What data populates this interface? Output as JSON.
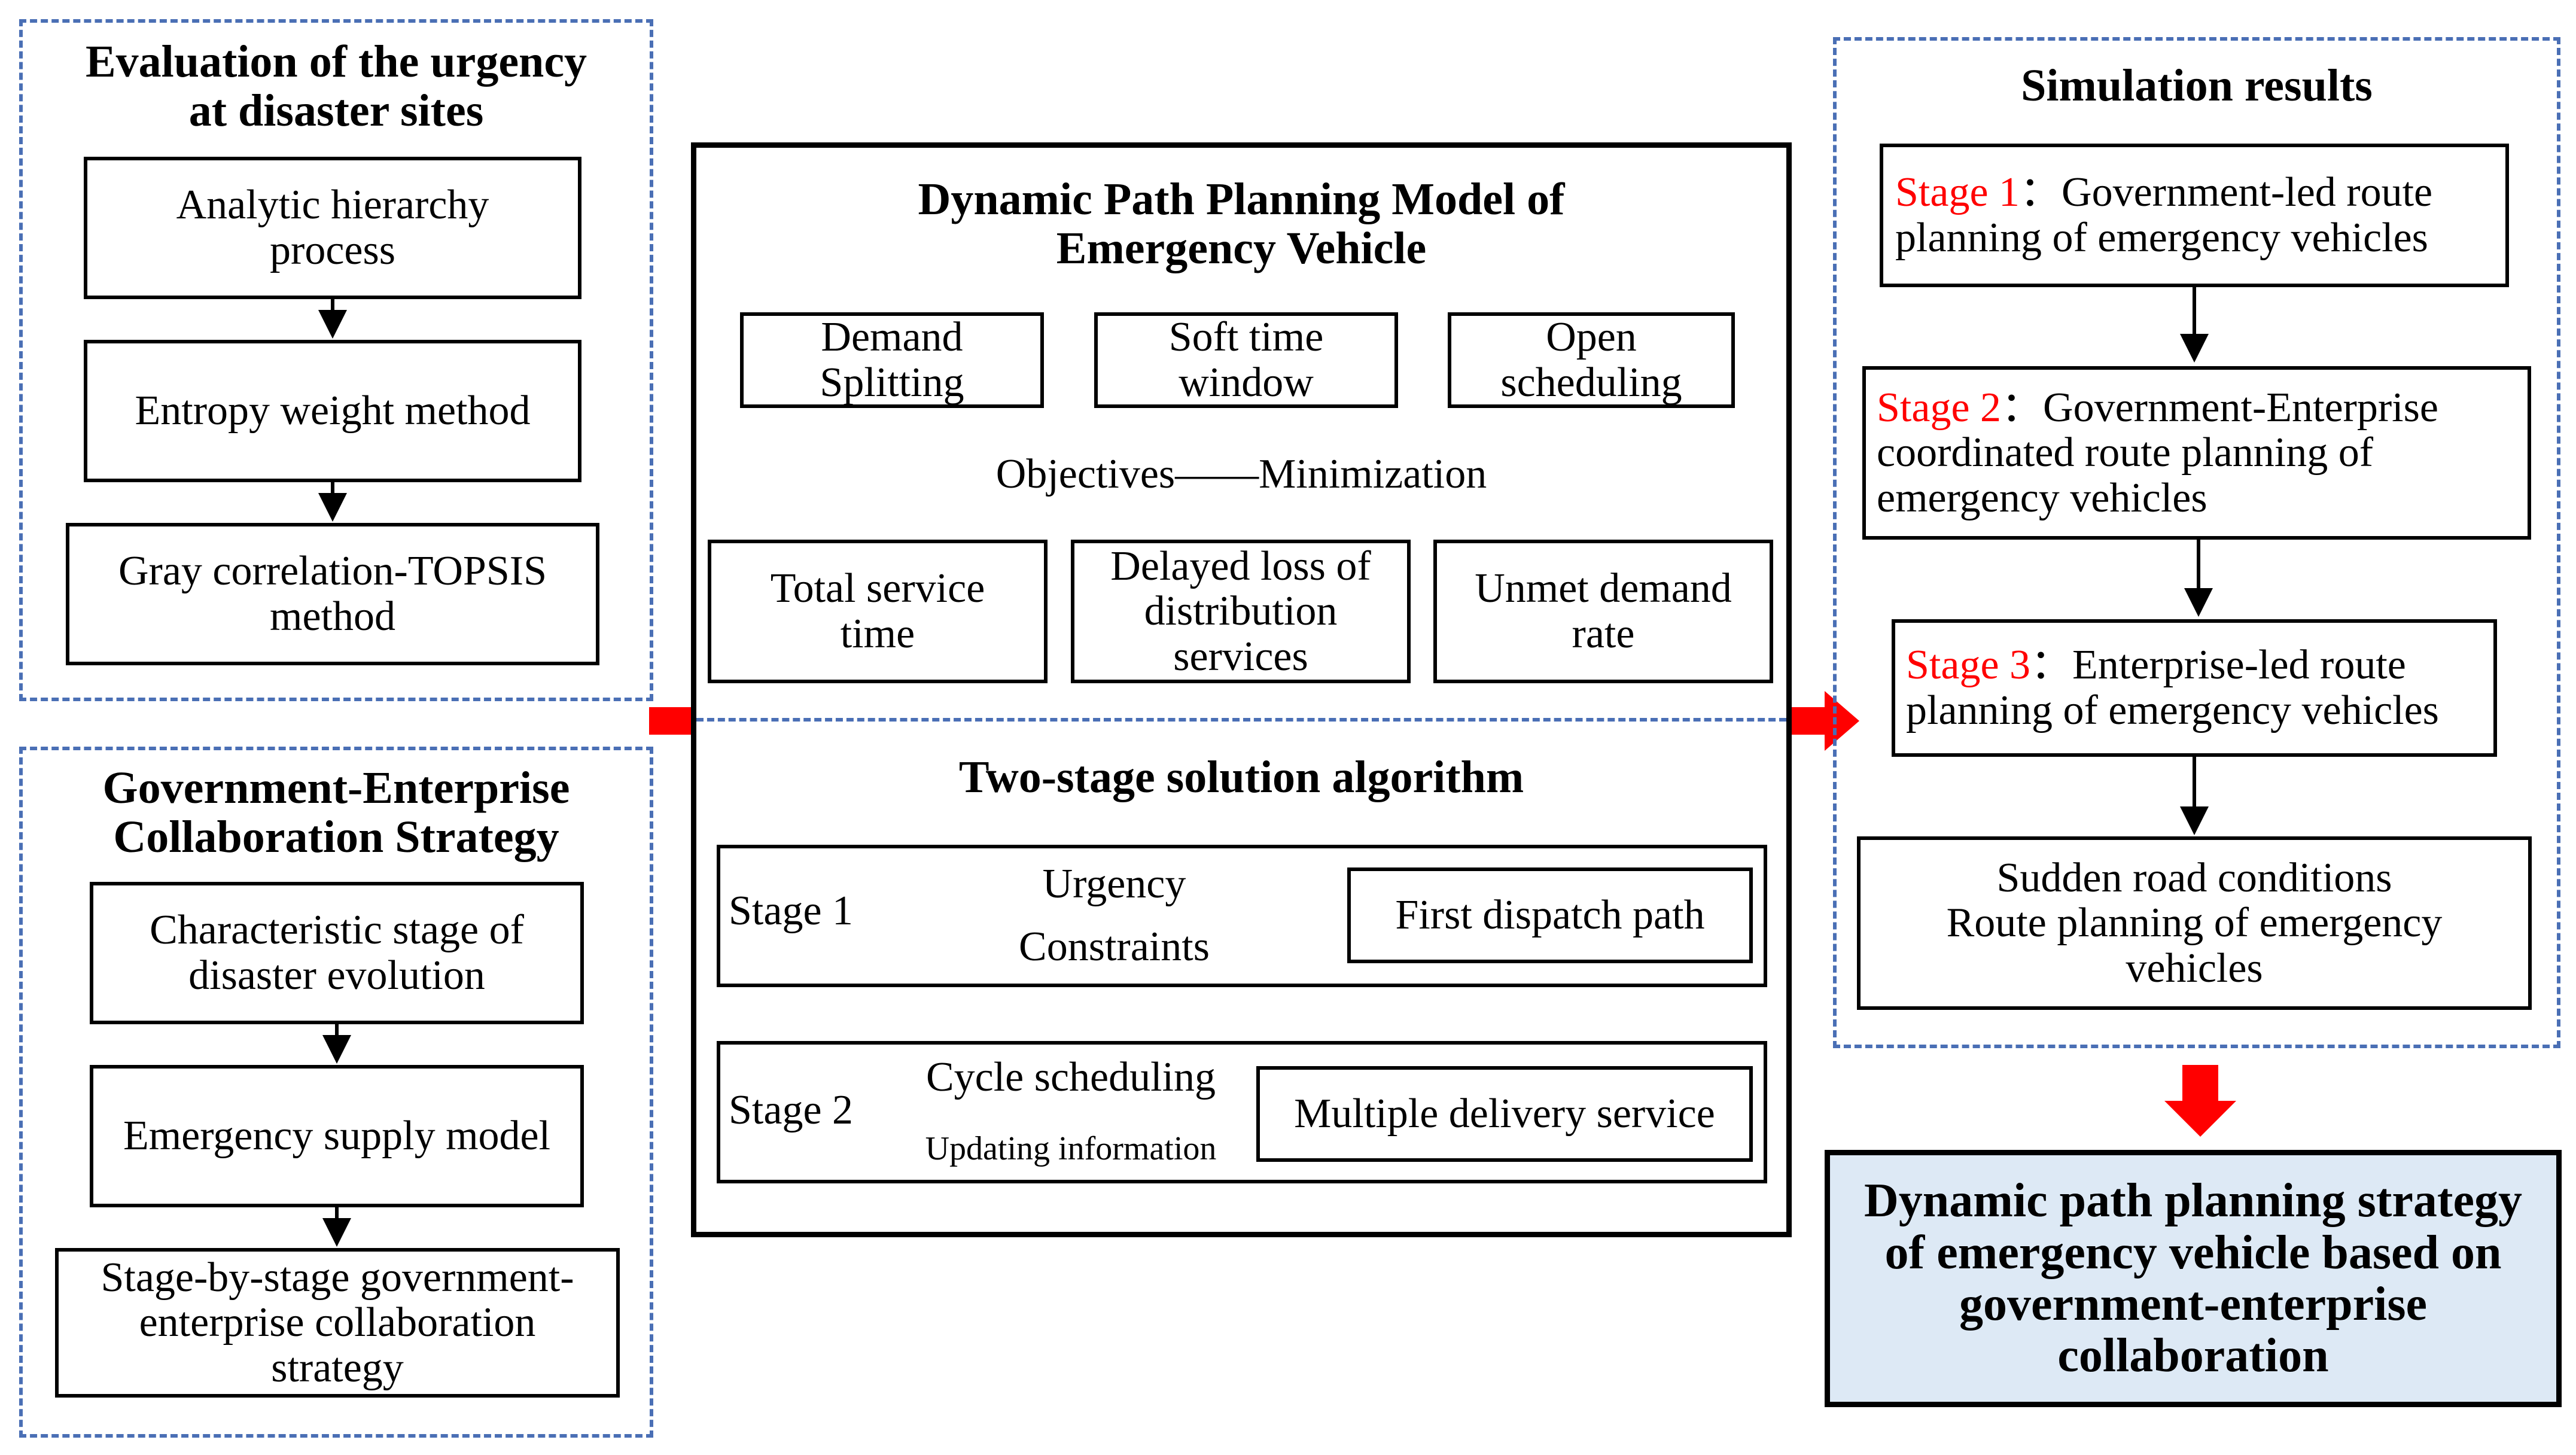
{
  "colors": {
    "dashed_border": "#4a6fb5",
    "arrow_red": "#ff0000",
    "stage_label": "#ff0000",
    "final_box_fill": "#dde9f5"
  },
  "urgency": {
    "title_line1": "Evaluation of the urgency",
    "title_line2": "at disaster sites",
    "methods": [
      {
        "line1": "Analytic hierarchy",
        "line2": "process"
      },
      {
        "line1": "Entropy weight method",
        "line2": ""
      },
      {
        "line1": "Gray correlation-TOPSIS",
        "line2": "method"
      }
    ]
  },
  "collab": {
    "title_line1": "Government-Enterprise",
    "title_line2": "Collaboration Strategy",
    "items": [
      {
        "line1": "Characteristic stage of",
        "line2": "disaster evolution",
        "line3": ""
      },
      {
        "line1": "Emergency supply model",
        "line2": "",
        "line3": ""
      },
      {
        "line1": "Stage-by-stage government-",
        "line2": "enterprise collaboration",
        "line3": "strategy"
      }
    ]
  },
  "model": {
    "title_line1": "Dynamic Path Planning Model of",
    "title_line2": "Emergency Vehicle",
    "constraints": [
      {
        "line1": "Demand",
        "line2": "Splitting",
        "line3": ""
      },
      {
        "line1": "Soft time",
        "line2": "window",
        "line3": ""
      },
      {
        "line1": "Open",
        "line2": "scheduling",
        "line3": ""
      }
    ],
    "objectives_label": "Objectives——Minimization",
    "objectives": [
      {
        "line1": "Total service",
        "line2": "time",
        "line3": ""
      },
      {
        "line1": "Delayed loss of",
        "line2": "distribution",
        "line3": "services"
      },
      {
        "line1": "Unmet demand",
        "line2": "rate",
        "line3": ""
      }
    ],
    "algorithm_title": "Two-stage solution algorithm",
    "stage1": {
      "label": "Stage 1",
      "above": "Urgency",
      "below": "Constraints",
      "result": "First dispatch path"
    },
    "stage2": {
      "label": "Stage 2",
      "above": "Cycle scheduling",
      "below": "Updating information",
      "result": "Multiple delivery service"
    }
  },
  "results": {
    "title": "Simulation results",
    "stages": [
      {
        "tag": "Stage 1",
        "sep": "：",
        "line1": "Government-led route",
        "line2": "planning of   emergency vehicles",
        "line3": ""
      },
      {
        "tag": "Stage 2",
        "sep": "：",
        "line1": "Government-Enterprise",
        "line2": "coordinated route planning of",
        "line3": "emergency vehicles"
      },
      {
        "tag": "Stage 3",
        "sep": "：",
        "line1": "Enterprise-led route",
        "line2": "planning of emergency vehicles",
        "line3": ""
      }
    ],
    "sudden": {
      "line1": "Sudden road conditions",
      "line2": "Route planning of emergency",
      "line3": "vehicles"
    }
  },
  "final": {
    "line1": "Dynamic path planning strategy",
    "line2": "of emergency vehicle based on",
    "line3": "government-enterprise",
    "line4": "collaboration"
  }
}
